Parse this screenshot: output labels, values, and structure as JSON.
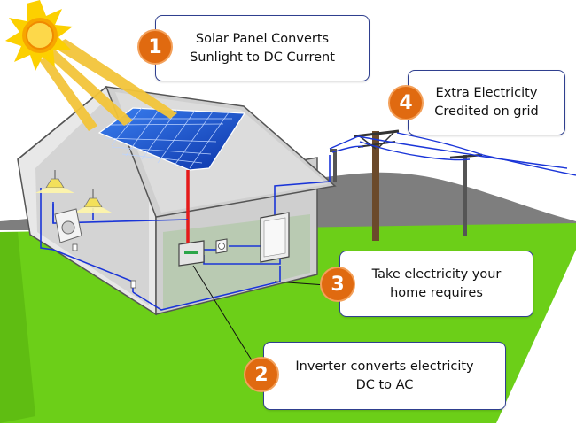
{
  "steps": [
    {
      "number": "1",
      "text": "Solar Panel Converts\nSunlight to DC Current"
    },
    {
      "number": "2",
      "text": "Inverter converts electricity\nDC to AC"
    },
    {
      "number": "3",
      "text": "Take electricity your\nhome requires"
    },
    {
      "number": "4",
      "text": "Extra Electricity\nCredited on grid"
    }
  ],
  "colors": {
    "badge": "#e06a10",
    "callout_border": "#2f3f8f",
    "grass": "#6ccf18",
    "wire_dc": "#e51a1a",
    "wire_ac": "#1a35d8",
    "sun": "#fcd000"
  }
}
